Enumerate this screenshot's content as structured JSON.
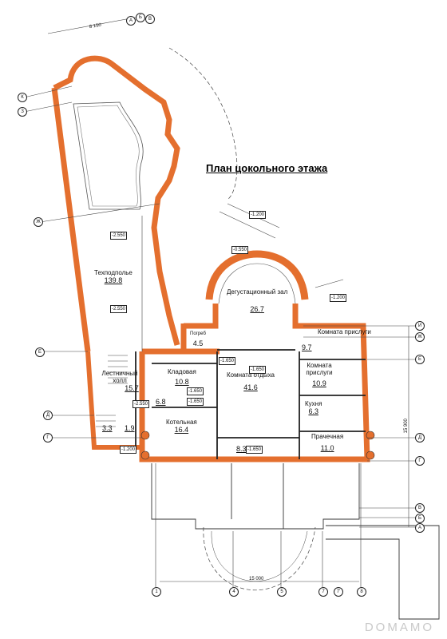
{
  "title": "План цокольного этажа",
  "rooms": [
    {
      "id": "techpodpolie",
      "name": "Техподполье",
      "area": "139.8"
    },
    {
      "id": "degust",
      "name": "Дегустационный зал",
      "area": "26.7"
    },
    {
      "id": "pogreb",
      "name": "Погреб",
      "area": "4.5"
    },
    {
      "id": "komnata_prislugi_1",
      "name": "Комната прислуги",
      "area": "9.7"
    },
    {
      "id": "kladovaya",
      "name": "Кладовая",
      "area": "10.8"
    },
    {
      "id": "komnata_otdyha",
      "name": "Комната отдыха",
      "area": "41.6"
    },
    {
      "id": "komnata_prislugi_2",
      "name": "Комната прислуги",
      "area": "10.9"
    },
    {
      "id": "lestnichny_holl",
      "name": "Лестничный холл",
      "area": "15.7"
    },
    {
      "id": "kuhnya",
      "name": "Кухня",
      "area": "6.3"
    },
    {
      "id": "kotelnaya",
      "name": "Котельная",
      "area": "16.4"
    },
    {
      "id": "prachechnaya",
      "name": "Прачечная",
      "area": "11.0"
    },
    {
      "id": "small_1",
      "name": "",
      "area": "6.8"
    },
    {
      "id": "small_2",
      "name": "",
      "area": "3.3"
    },
    {
      "id": "small_3",
      "name": "",
      "area": "1.9"
    },
    {
      "id": "small_4",
      "name": "",
      "area": "8.3"
    }
  ],
  "levels": [
    "-2.550",
    "-2.550",
    "-1.200",
    "-0.550",
    "-1.200",
    "-1.650",
    "-1.650",
    "-1.650",
    "-1.650",
    "-2.550",
    "-1.200",
    "-1.650"
  ],
  "axes_bottom": [
    "1",
    "4",
    "5",
    "7",
    "7'",
    "8"
  ],
  "axes_right": [
    "И",
    "Ж",
    "Е",
    "Д",
    "Г",
    "В",
    "Б",
    "А"
  ],
  "axes_left": [
    "К",
    "З",
    "Ж",
    "Е",
    "Д",
    "Г"
  ],
  "axes_top": [
    "А",
    "Б",
    "В"
  ],
  "dims": {
    "top": "8 150",
    "bottom": "15 000",
    "right": "15 900"
  },
  "watermark": "DOMAMO"
}
